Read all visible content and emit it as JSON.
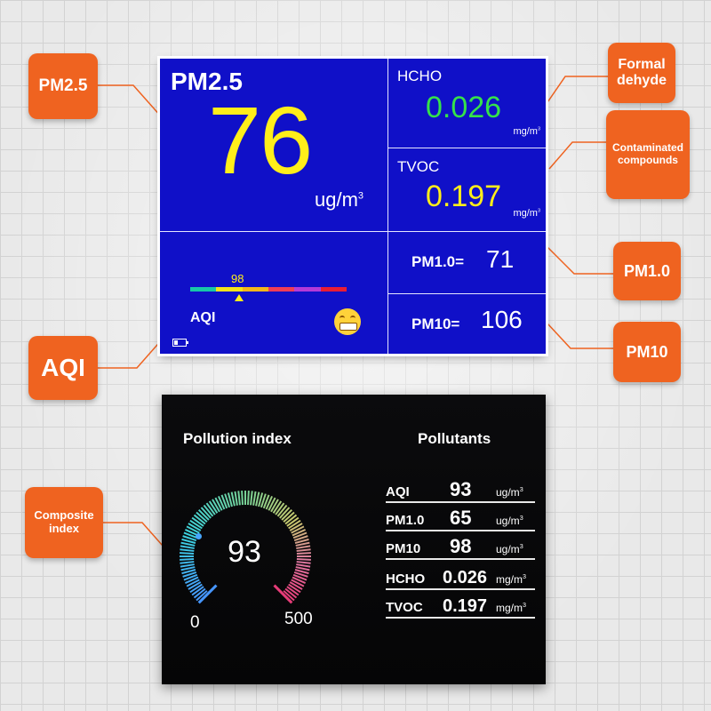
{
  "top_display": {
    "pm25": {
      "label": "PM2.5",
      "value": "76",
      "unit": "ug/m",
      "unit_exp": "3"
    },
    "hcho": {
      "label": "HCHO",
      "value": "0.026",
      "unit": "mg/m",
      "unit_exp": "3"
    },
    "tvoc": {
      "label": "TVOC",
      "value": "0.197",
      "unit": "mg/m",
      "unit_exp": "3"
    },
    "pm1": {
      "label": "PM1.0=",
      "value": "71"
    },
    "pm10": {
      "label": "PM10=",
      "value": "106"
    },
    "aqi": {
      "label": "AQI",
      "scale_value": "98",
      "scale_colors": [
        "#18c7a8",
        "#f4e31b",
        "#f3b71b",
        "#ef3d56",
        "#b43ad8",
        "#e81d35"
      ],
      "status_icon": "grimace-face-icon",
      "battery_icon": "battery-low-icon"
    }
  },
  "callouts": {
    "pm25": "PM2.5",
    "formaldehyde_1": "Formal",
    "formaldehyde_2": "dehyde",
    "contaminated_1": "Contaminated",
    "contaminated_2": "compounds",
    "pm1": "PM1.0",
    "pm10": "PM10",
    "aqi": "AQI",
    "composite_1": "Composite",
    "composite_2": "index"
  },
  "bottom_display": {
    "pollution_title": "Pollution index",
    "pollutants_title": "Pollutants",
    "gauge": {
      "value": "93",
      "min": "0",
      "max": "500"
    },
    "pollutants": [
      {
        "name": "AQI",
        "value": "93",
        "unit": "ug/m",
        "unit_exp": "3"
      },
      {
        "name": "PM1.0",
        "value": "65",
        "unit": "ug/m",
        "unit_exp": "3"
      },
      {
        "name": "PM10",
        "value": "98",
        "unit": "ug/m",
        "unit_exp": "3"
      },
      {
        "name": "HCHO",
        "value": "0.026",
        "unit": "mg/m",
        "unit_exp": "3"
      },
      {
        "name": "TVOC",
        "value": "0.197",
        "unit": "mg/m",
        "unit_exp": "3"
      }
    ]
  },
  "colors": {
    "callout": "#ef6320",
    "blue_screen": "#1010c8",
    "highlight_yellow": "#ffee1a",
    "hcho_green": "#35e24a"
  }
}
